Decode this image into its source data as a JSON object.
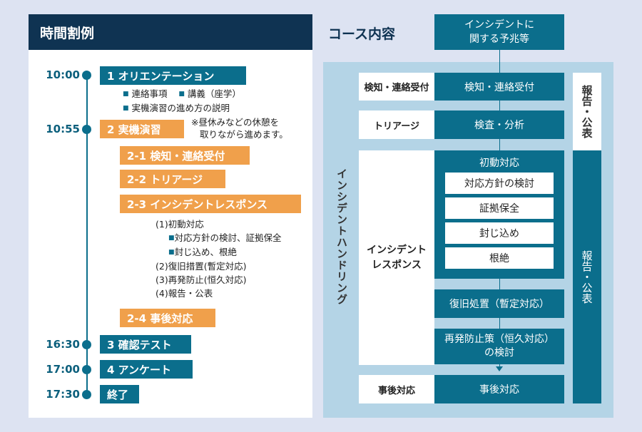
{
  "schedule": {
    "title": "時間割例",
    "times": [
      "10:00",
      "10:55",
      "16:30",
      "17:00",
      "17:30"
    ],
    "steps": {
      "s1": "1 オリエンテーション",
      "s1_items": [
        "連絡事項",
        "講義（座学）",
        "実機演習の進め方の説明"
      ],
      "s2": "2 実機演習",
      "s2_note": [
        "※昼休みなどの休憩を",
        "取りながら進めます。"
      ],
      "s21": "2-1 検知・連絡受付",
      "s22": "2-2 トリアージ",
      "s23": "2-3 インシデントレスポンス",
      "s23_details": [
        "(1)初動対応",
        "対応方針の検討、証拠保全",
        "封じ込め、根絶",
        "(2)復旧措置(暫定対応)",
        "(3)再発防止(恒久対応)",
        "(4)報告・公表"
      ],
      "s24": "2-4 事後対応",
      "s3": "3 確認テスト",
      "s4": "4 アンケート",
      "end": "終了"
    }
  },
  "course": {
    "title": "コース内容",
    "top": [
      "インシデントに",
      "関する予兆等"
    ],
    "rows": {
      "detect_label": "検知・連絡受付",
      "detect": "検知・連絡受付",
      "triage_label": "トリアージ",
      "triage": "検査・分析",
      "ir_label": [
        "インシデント",
        "レスポンス"
      ],
      "initial": "初動対応",
      "initial_items": [
        "対応方針の検討",
        "証拠保全",
        "封じ込め",
        "根絶"
      ],
      "recovery": "復旧処置（暫定対応）",
      "prevention": [
        "再発防止策（恒久対応）",
        "の検討"
      ],
      "post_label": "事後対応",
      "post": "事後対応"
    },
    "side_label": "インシデントハンドリング",
    "report_top": "報告・公表",
    "report_bottom": "報告・公表"
  }
}
